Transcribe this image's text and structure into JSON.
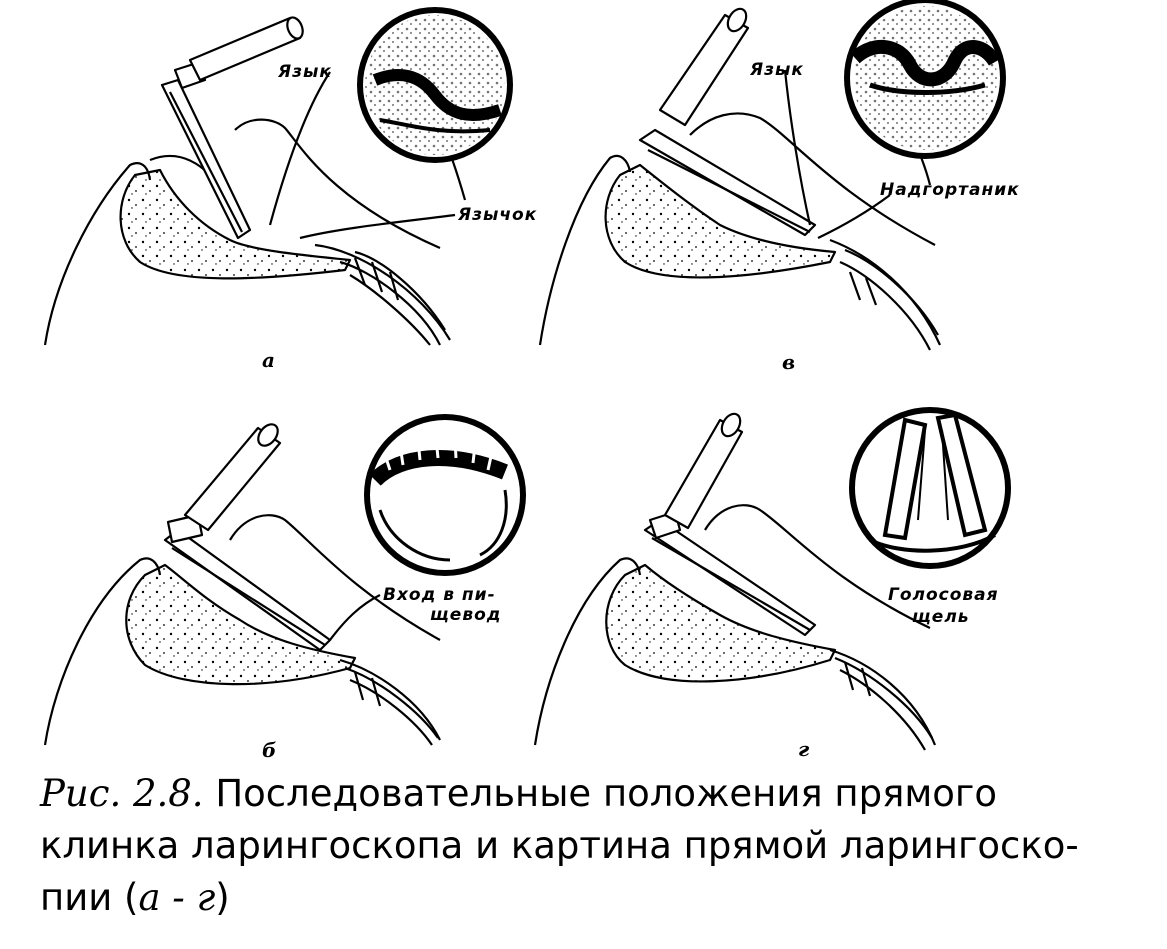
{
  "panels": {
    "a": {
      "letter": "а",
      "labels": {
        "tongue": "Язык",
        "uvula": "Язычок"
      }
    },
    "v": {
      "letter": "в",
      "labels": {
        "tongue": "Язык",
        "epiglottis": "Надгортаник"
      }
    },
    "b": {
      "letter": "б",
      "labels": {
        "esophagus_line1": "Вход в пи-",
        "esophagus_line2": "щевод"
      }
    },
    "g": {
      "letter": "г",
      "labels": {
        "glottis_line1": "Голосовая",
        "glottis_line2": "щель"
      }
    }
  },
  "caption": {
    "prefix": "Рис. 2.8.",
    "line1_rest": " Последовательные положения прямого",
    "line2": "клинка ларингоскопа и картина прямой ларингоско-",
    "line3_start": "пии (",
    "line3_italic": "а - г",
    "line3_end": ")"
  }
}
